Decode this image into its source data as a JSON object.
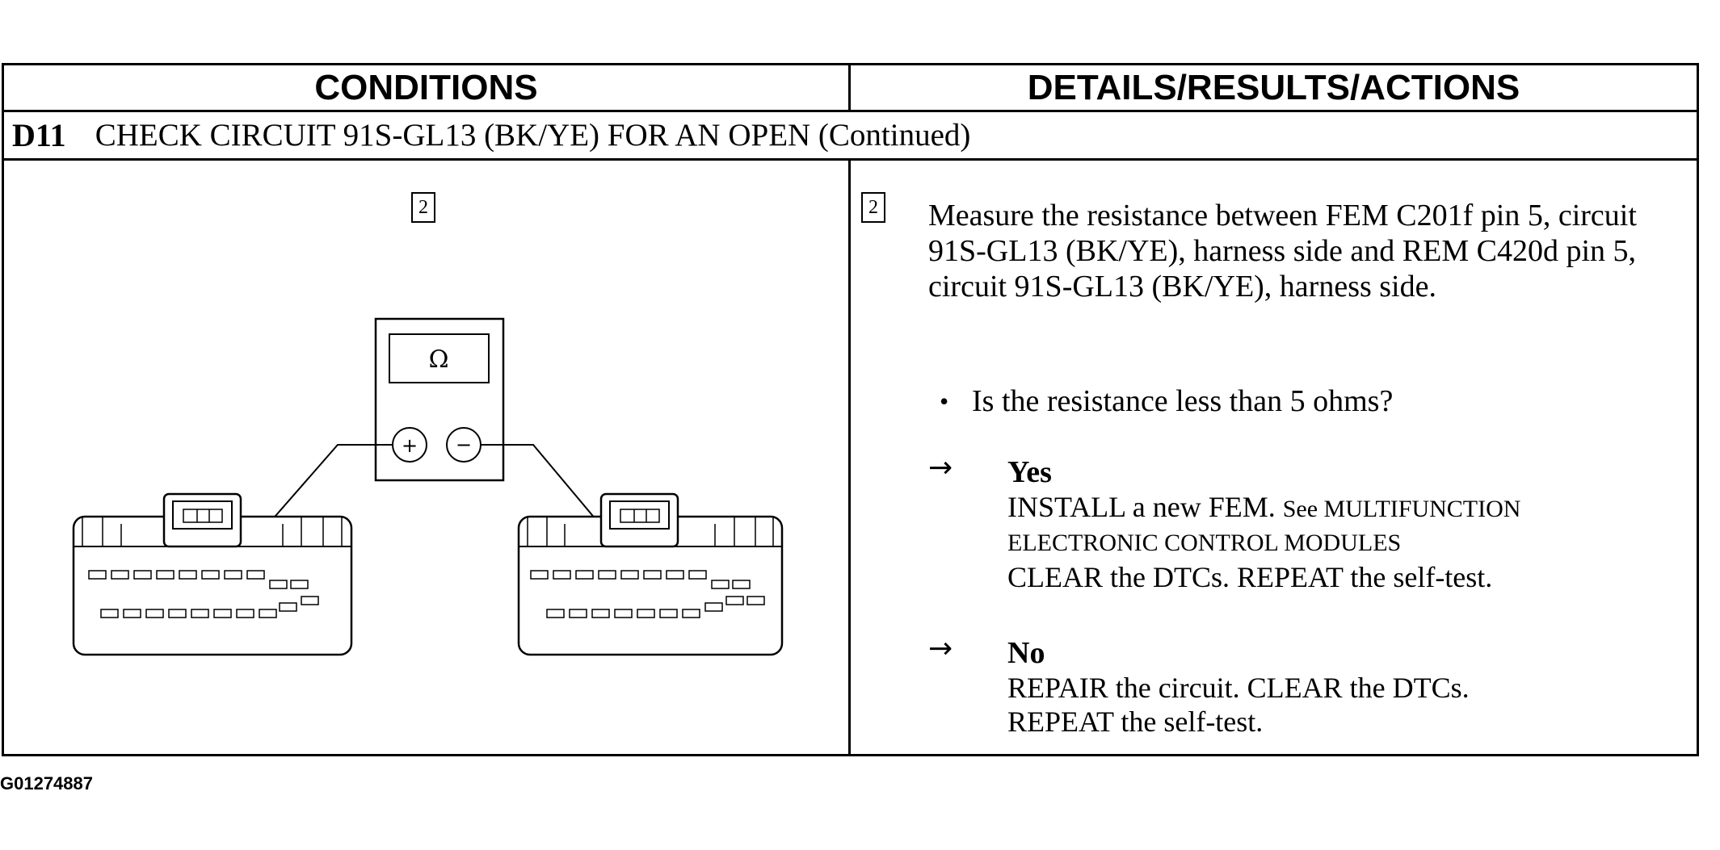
{
  "header": {
    "conditions": "CONDITIONS",
    "details": "DETAILS/RESULTS/ACTIONS"
  },
  "test_step": {
    "code": "D11",
    "title": "CHECK CIRCUIT 91S-GL13 (BK/YE) FOR AN OPEN (Continued)"
  },
  "illustration": {
    "step_number": "2",
    "meter_symbol": "Ω",
    "plus_symbol": "+",
    "minus_symbol": "−"
  },
  "details": {
    "step_number": "2",
    "instruction": "Measure the resistance between FEM C201f pin 5, circuit 91S-GL13 (BK/YE), harness side and REM C420d pin 5, circuit 91S-GL13 (BK/YE), harness side.",
    "question": "Is the resistance less than 5 ohms?",
    "arrow_symbol": "→",
    "yes": {
      "label": "Yes",
      "line1_main": "INSTALL a new FEM.",
      "line1_small": "See MULTIFUNCTION",
      "line2_small": "ELECTRONIC CONTROL MODULES",
      "line3": "CLEAR the DTCs. REPEAT the self-test."
    },
    "no": {
      "label": "No",
      "line1": "REPAIR the circuit. CLEAR the DTCs.",
      "line2": "REPEAT the self-test."
    }
  },
  "figure_id": "G01274887"
}
